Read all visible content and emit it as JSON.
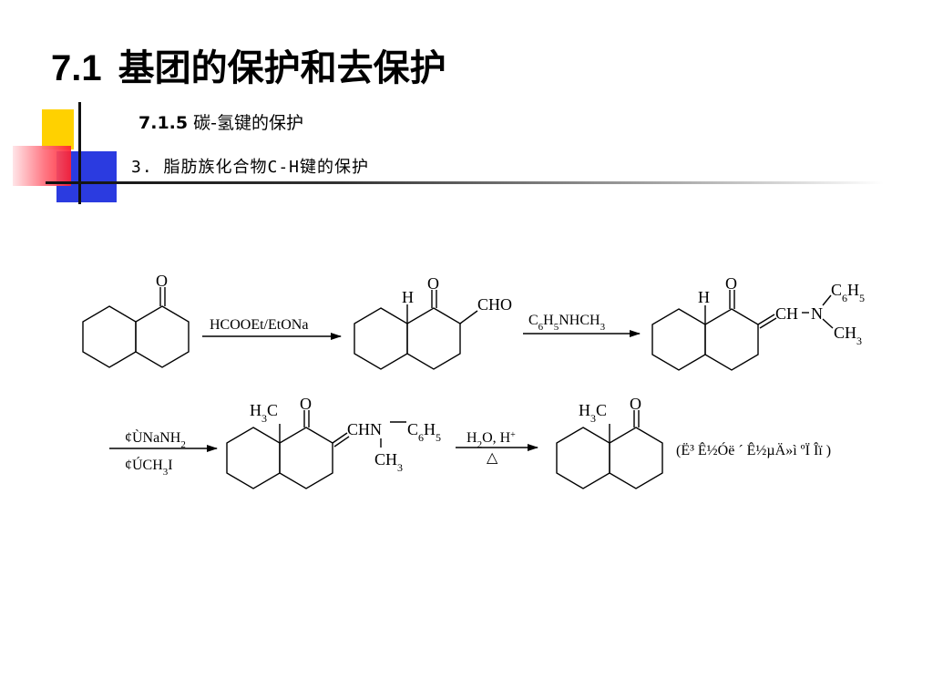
{
  "slide": {
    "title_number": "7.1",
    "title_text": "基团的保护和去保护",
    "subtitle_number": "7.1.5",
    "subtitle_text": "碳-氢键的保护",
    "subsection_text": "3. 脂肪族化合物C-H键的保护"
  },
  "scheme": {
    "row1": {
      "reagent1": "HCOOEt/EtONa",
      "reagent2": "C6H5NHCH3"
    },
    "row2": {
      "reagent3_line1": "¢ÙNaNH2",
      "reagent3_line2": "¢ÚCH3I",
      "reagent4_line1": "H2O,  H+",
      "reagent4_line2": "△",
      "product_note": "(Ë³ Ê½Óë ´ Ê½µÄ»ì ºÏ Îï )"
    },
    "atoms": {
      "O": "O",
      "H": "H",
      "CHO": "CHO",
      "CH": "CH",
      "N": "N",
      "CHN": "CHN",
      "C6H5": "C6H5",
      "CH3": "CH3",
      "H3C": "H3C"
    }
  },
  "colors": {
    "deco_yellow": "#ffd100",
    "deco_blue": "#2b3be0",
    "deco_red": "#ff2030",
    "text": "#000000"
  }
}
